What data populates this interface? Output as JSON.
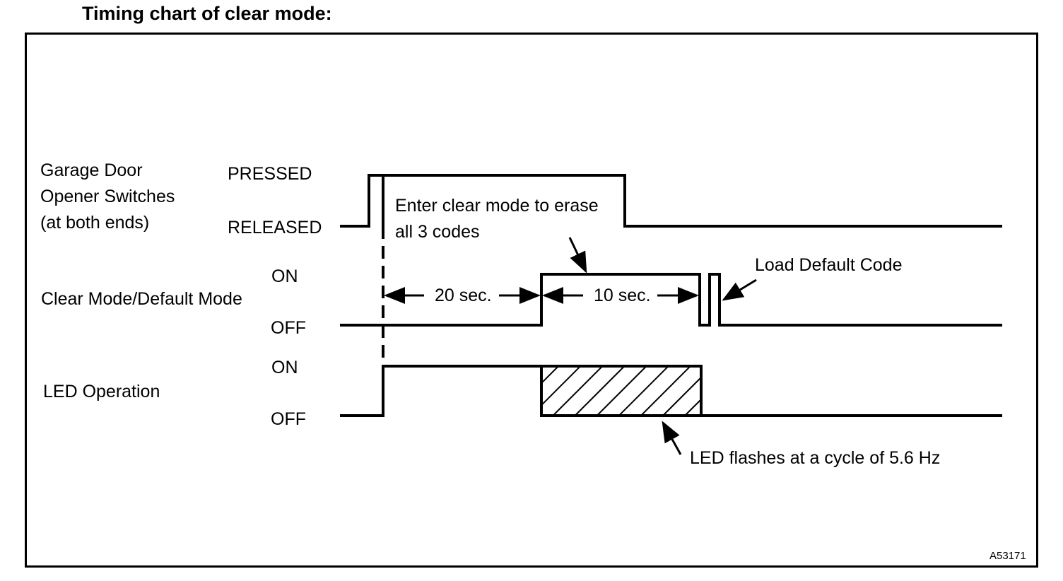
{
  "title": "Timing chart of clear mode:",
  "figure_id": "A53171",
  "signals": [
    {
      "name_lines": [
        "Garage Door",
        "Opener Switches",
        "(at both ends)"
      ],
      "high_label": "PRESSED",
      "low_label": "RELEASED"
    },
    {
      "name_lines": [
        "Clear Mode/Default Mode"
      ],
      "high_label": "ON",
      "low_label": "OFF"
    },
    {
      "name_lines": [
        "LED Operation"
      ],
      "high_label": "ON",
      "low_label": "OFF"
    }
  ],
  "annotations": {
    "enter_clear": [
      "Enter clear mode to erase",
      "all 3 codes"
    ],
    "duration_1": "20 sec.",
    "duration_2": "10 sec.",
    "load_default": "Load Default Code",
    "led_flash": "LED flashes at a cycle of 5.6 Hz"
  },
  "colors": {
    "ink": "#000000",
    "background": "#ffffff"
  }
}
